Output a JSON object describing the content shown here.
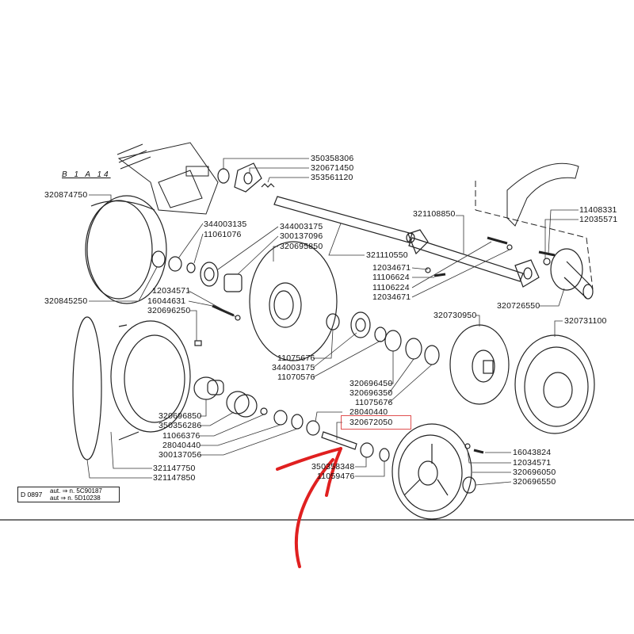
{
  "diagram": {
    "reference": "B 1 A 14",
    "highlighted_part": "320672050",
    "highlight_color": "#e05050",
    "arrow_color": "#e02020",
    "legend": {
      "code": "D 0897",
      "line1": "aut. ⇒ n. 5C90187",
      "line2": "aut ⇒ n. 5D10238"
    },
    "labels": {
      "p350358306": "350358306",
      "p320671450": "320671450",
      "p353561120": "353561120",
      "p320874750": "320874750",
      "p344003135": "344003135",
      "p11061076": "11061076",
      "p344003175a": "344003175",
      "p300137096": "300137096",
      "p320695850": "320695850",
      "p320845250": "320845250",
      "p12034571a": "12034571",
      "p16044631": "16044631",
      "p320696250": "320696250",
      "p321110550": "321110550",
      "p321108850": "321108850",
      "p11408331": "11408331",
      "p12035571": "12035571",
      "p12034671a": "12034671",
      "p11106624": "11106624",
      "p11106224": "11106224",
      "p12034671b": "12034671",
      "p320726550": "320726550",
      "p320730950": "320730950",
      "p320731100": "320731100",
      "p11075676a": "11075676",
      "p344003175b": "344003175",
      "p11070576": "11070576",
      "p320696450": "320696450",
      "p320696350": "320696350",
      "p11075676b": "11075676",
      "p28040440a": "28040440",
      "p320672050": "320672050",
      "p320696850": "320696850",
      "p350356286": "350356286",
      "p11066376": "11066376",
      "p28040440b": "28040440",
      "p300137056": "300137056",
      "p321147750": "321147750",
      "p321147850": "321147850",
      "p350358348": "350358348",
      "p11059476": "11059476",
      "p16043824": "16043824",
      "p12034571b": "12034571",
      "p320696050": "320696050",
      "p320696550": "320696550"
    }
  }
}
